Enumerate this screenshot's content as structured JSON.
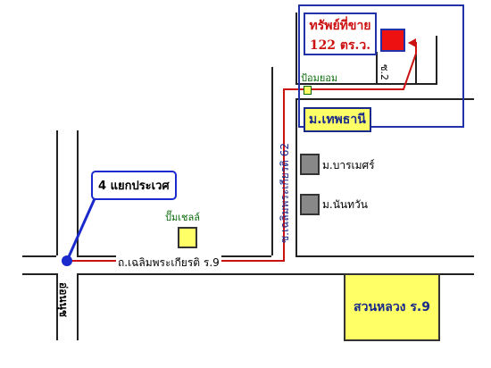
{
  "title_box": {
    "line1": "ทรัพย์ที่ขาย",
    "line2": "122 ตร.ว."
  },
  "labels": {
    "soi2": "ซ.2",
    "pom_yom": "ป้อมยอม",
    "thep_thani": "ม.เทพธานี",
    "baramet": "ม.บารเมศร์",
    "nanthawan": "ม.นันทวัน",
    "soi_chalerm62": "ซ.เฉลิมพระเกียรติ 62",
    "sixtyk_road": "ถ.เฉลิมพระเกียรติ ร.9",
    "intersection": "4 แยกประเวศ",
    "shell": "ปั๊มเชลล์",
    "on_nut": "อ่อนนุช",
    "suan_luang": "สวนหลวง ร.9"
  },
  "colors": {
    "route": "#cc1111",
    "property": "#ee1111",
    "frame_blue": "#2233aa",
    "highlight_yellow": "#ffff66",
    "building_gray": "#888888",
    "text_blue": "#1a2a8a"
  }
}
